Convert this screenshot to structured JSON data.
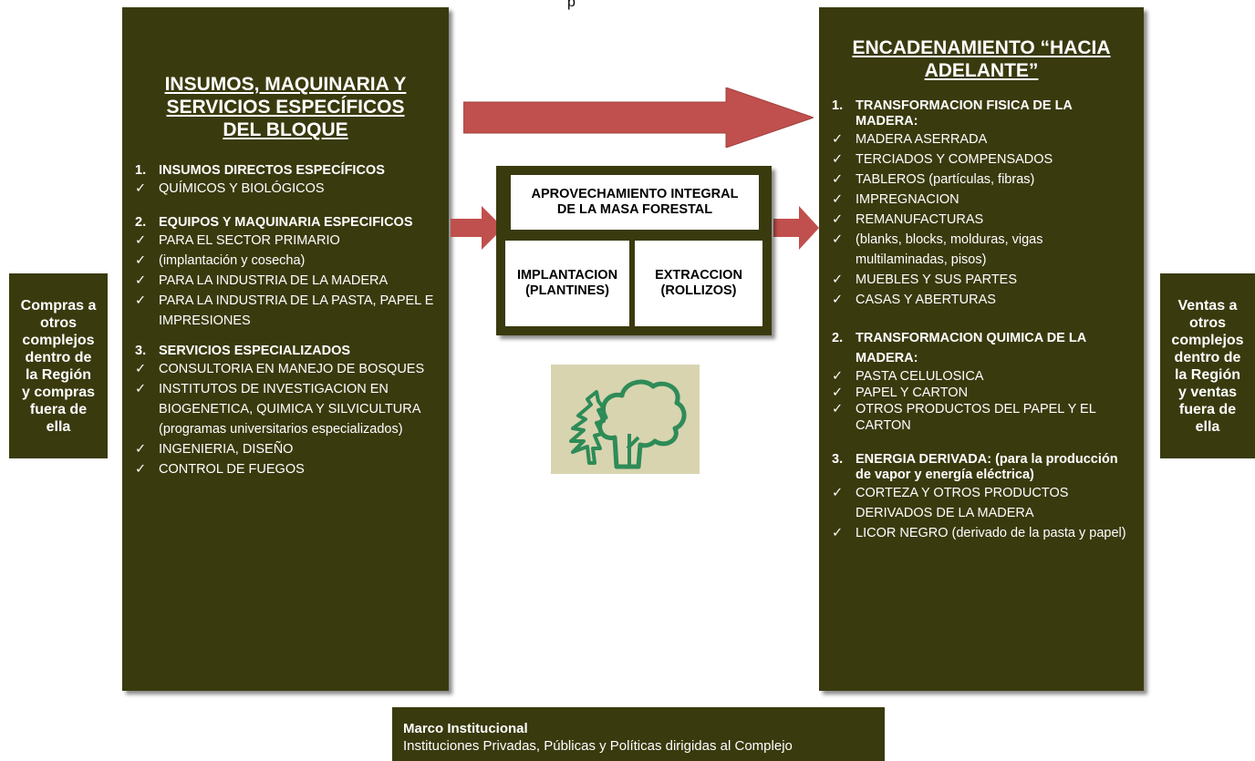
{
  "top_stray_char": "p",
  "left_side_box": {
    "lines": [
      "Compras a",
      "otros",
      "complejos",
      "dentro de",
      "la Región",
      "y compras",
      "fuera de",
      "ella"
    ]
  },
  "right_side_box": {
    "lines": [
      "Ventas a",
      "otros",
      "complejos",
      "dentro de",
      "la Región",
      "y ventas",
      "fuera de",
      "ella"
    ]
  },
  "left_panel": {
    "heading": [
      "INSUMOS, MAQUINARIA Y",
      "SERVICIOS ESPECÍFICOS",
      "DEL BLOQUE"
    ],
    "sections": [
      {
        "num": "1.",
        "title": "INSUMOS DIRECTOS ESPECÍFICOS",
        "items": [
          "QUÍMICOS Y BIOLÓGICOS"
        ]
      },
      {
        "num": "2.",
        "title": "EQUIPOS Y MAQUINARIA ESPECIFICOS",
        "items": [
          "PARA EL SECTOR PRIMARIO",
          "(implantación y cosecha)",
          "PARA LA INDUSTRIA DE LA MADERA",
          "PARA LA INDUSTRIA DE LA PASTA, PAPEL E IMPRESIONES"
        ]
      },
      {
        "num": "3.",
        "title": "SERVICIOS ESPECIALIZADOS",
        "items": [
          "CONSULTORIA EN MANEJO DE BOSQUES",
          "INSTITUTOS DE INVESTIGACION EN BIOGENETICA, QUIMICA Y SILVICULTURA (programas universitarios especializados)",
          "INGENIERIA, DISEÑO",
          "CONTROL DE FUEGOS"
        ]
      }
    ]
  },
  "right_panel": {
    "heading": [
      "ENCADENAMIENTO “HACIA",
      "ADELANTE”"
    ],
    "sections": [
      {
        "num": "1.",
        "title": "TRANSFORMACION FISICA DE LA MADERA:",
        "items": [
          "MADERA ASERRADA",
          "TERCIADOS Y COMPENSADOS",
          "TABLEROS (partículas, fibras)",
          "IMPREGNACION",
          "REMANUFACTURAS",
          "(blanks, blocks, molduras, vigas multilaminadas, pisos)",
          "MUEBLES Y SUS PARTES",
          "CASAS Y ABERTURAS"
        ]
      },
      {
        "num": "2.",
        "title": "TRANSFORMACION QUIMICA DE LA MADERA:",
        "items": [
          "PASTA CELULOSICA",
          "PAPEL Y CARTON",
          "OTROS PRODUCTOS DEL PAPEL Y EL CARTON"
        ]
      },
      {
        "num": "3.",
        "title": "ENERGIA DERIVADA: (para la producción de vapor y energía eléctrica)",
        "items": [
          "CORTEZA Y OTROS PRODUCTOS DERIVADOS  DE LA MADERA",
          "LICOR NEGRO (derivado de la pasta y papel)"
        ]
      }
    ]
  },
  "center": {
    "title": [
      "APROVECHAMIENTO INTEGRAL",
      "DE LA MASA FORESTAL"
    ],
    "left_cell": [
      "IMPLANTACION",
      "(PLANTINES)"
    ],
    "right_cell": [
      "EXTRACCION",
      "(ROLLIZOS)"
    ]
  },
  "marco": {
    "title": "Marco Institucional",
    "text": "Instituciones Privadas, Públicas y Políticas dirigidas al Complejo"
  },
  "colors": {
    "panel": "#3a3a0f",
    "arrow": "#c0504d",
    "tree": "#2e8b57",
    "tree_bg": "#d8d4b0"
  },
  "icons": {
    "check": "✓",
    "tree": "tree-logo-icon"
  }
}
